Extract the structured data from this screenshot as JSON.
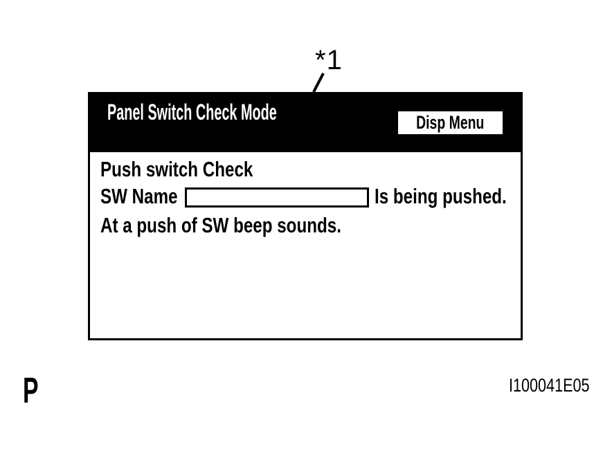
{
  "figure": {
    "callout_label": "*1",
    "page_letter": "P",
    "figure_id": "I100041E05"
  },
  "screen": {
    "header": {
      "title": "Panel Switch Check Mode",
      "disp_menu_button": "Disp Menu"
    },
    "body": {
      "check_line": "Push switch Check",
      "sw_name_label": "SW Name",
      "sw_name_value": "",
      "pushed_suffix": "Is being pushed.",
      "beep_line": "At a push of SW beep sounds."
    }
  },
  "colors": {
    "header_bg": "#000000",
    "header_text": "#ffffff",
    "screen_bg": "#ffffff",
    "border": "#000000"
  }
}
